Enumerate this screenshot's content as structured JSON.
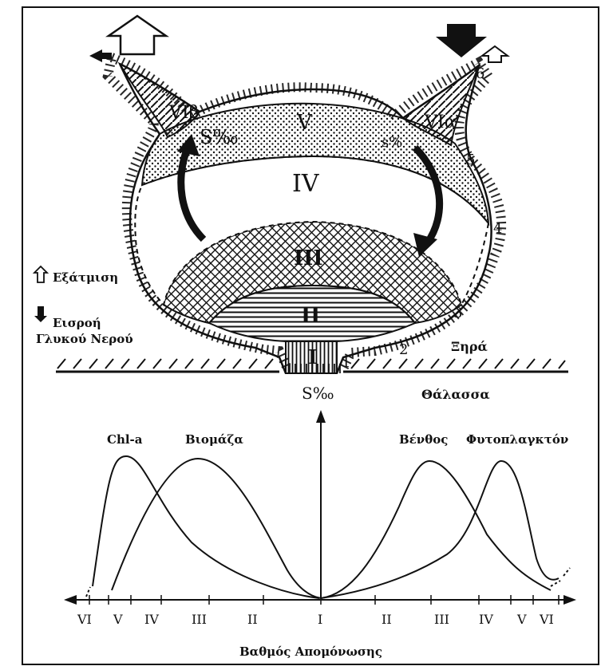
{
  "legend": {
    "evaporation": "Εξάτμιση",
    "inflow_line1": "Εισροή",
    "inflow_line2": "Γλυκού Νερού"
  },
  "labels": {
    "dry": "Ξηρά",
    "sea": "Θάλασσα",
    "salinity_sea": "S‰",
    "salinity_top": "S‰",
    "salinity_right": "s%"
  },
  "zones": {
    "I": "I",
    "II": "II",
    "III": "III",
    "IV": "IV",
    "V": "V",
    "VIa": "VIα",
    "VIb": "VIβ"
  },
  "boundary_numbers": [
    "1",
    "2",
    "3",
    "4",
    "5",
    "6"
  ],
  "curves": {
    "chla": "Chl-a",
    "biomass": "Βιομάζα",
    "benthos": "Βένθος",
    "phytoplankton": "Φυτοπλαγκτόν"
  },
  "axis": {
    "ticks": [
      "VI",
      "V",
      "IV",
      "III",
      "II",
      "I",
      "II",
      "III",
      "IV",
      "V",
      "VI"
    ],
    "title": "Βαθμός Απομόνωσης"
  },
  "colors": {
    "ink": "#111111",
    "background": "#ffffff"
  }
}
